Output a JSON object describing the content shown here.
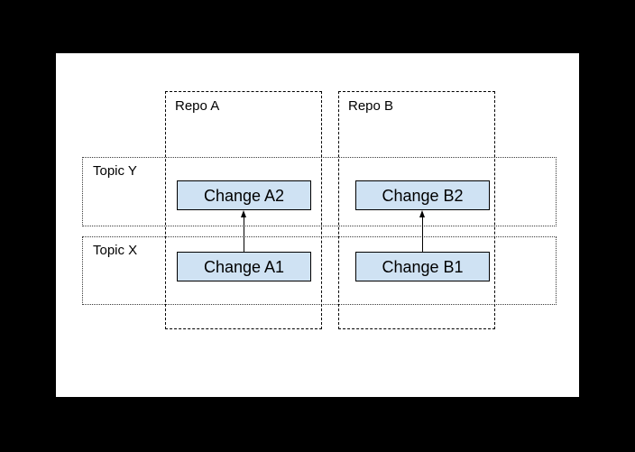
{
  "page": {
    "background": "#000000",
    "canvas_background": "#ffffff"
  },
  "diagram": {
    "repos": [
      {
        "label": "Repo A"
      },
      {
        "label": "Repo B"
      }
    ],
    "topics": [
      {
        "label": "Topic Y"
      },
      {
        "label": "Topic X"
      }
    ],
    "changes": [
      {
        "id": "A2",
        "label": "Change A2",
        "repo": "Repo A",
        "topic": "Topic Y"
      },
      {
        "id": "B2",
        "label": "Change B2",
        "repo": "Repo B",
        "topic": "Topic Y"
      },
      {
        "id": "A1",
        "label": "Change A1",
        "repo": "Repo A",
        "topic": "Topic X"
      },
      {
        "id": "B1",
        "label": "Change B1",
        "repo": "Repo B",
        "topic": "Topic X"
      }
    ],
    "arrows": [
      {
        "from": "Change A1",
        "to": "Change A2",
        "direction": "up"
      },
      {
        "from": "Change B1",
        "to": "Change B2",
        "direction": "up"
      }
    ],
    "colors": {
      "change_box_fill": "#cfe2f3",
      "change_box_border": "#000000",
      "repo_border": "#000000",
      "topic_border": "#3c3c3c",
      "line": "#000000",
      "text": "#000000"
    }
  }
}
